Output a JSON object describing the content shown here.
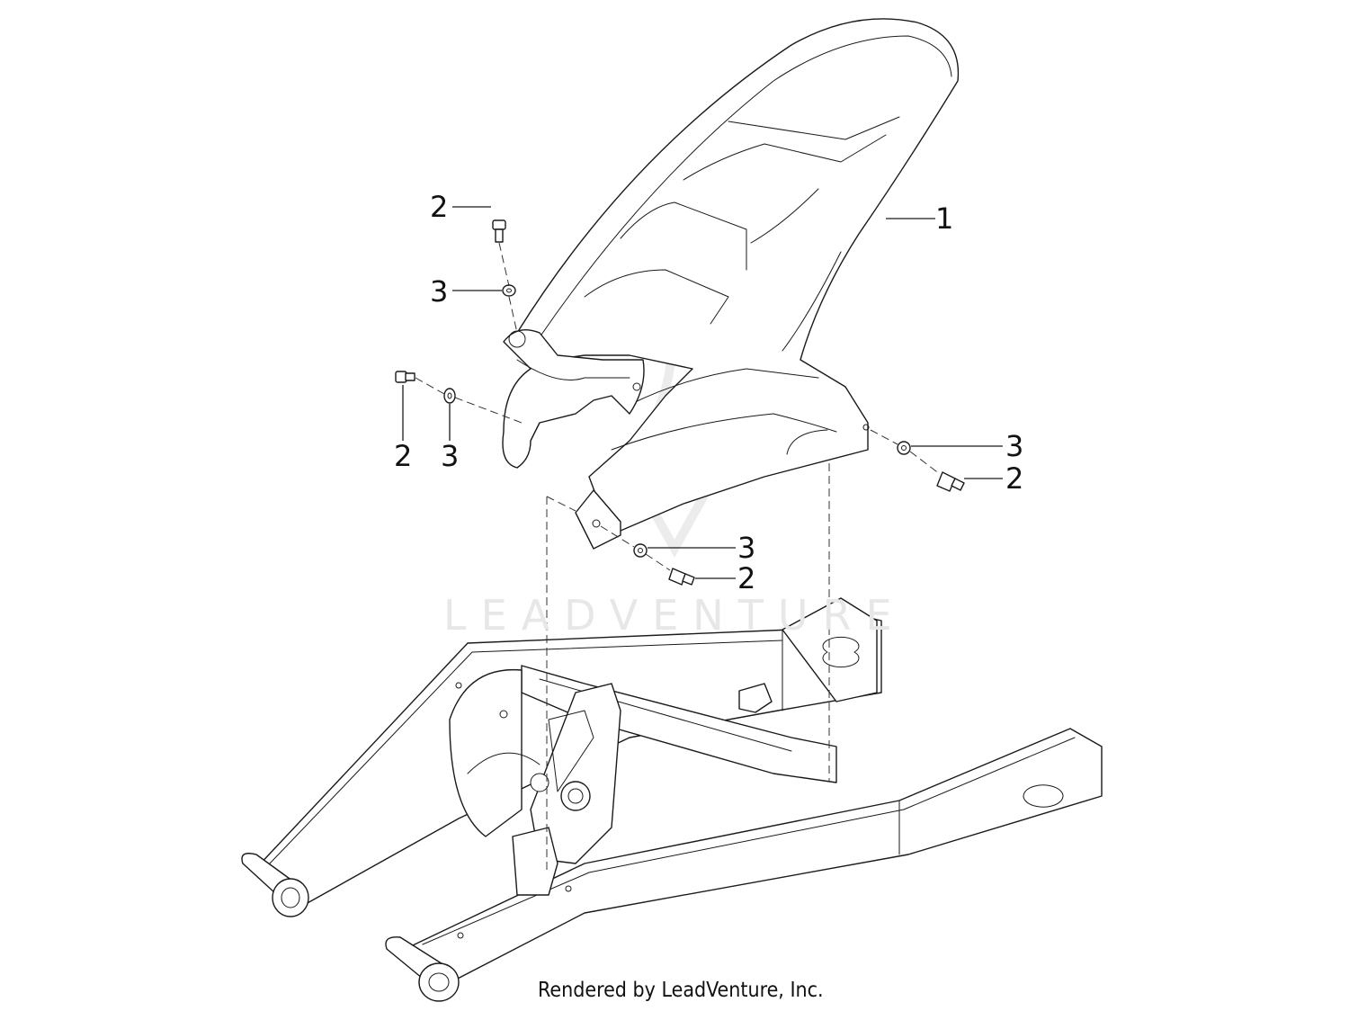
{
  "callouts": [
    {
      "id": "c1",
      "label": "1"
    },
    {
      "id": "c2",
      "label": "2"
    },
    {
      "id": "c3",
      "label": "3"
    },
    {
      "id": "c4",
      "label": "2"
    },
    {
      "id": "c5",
      "label": "3"
    },
    {
      "id": "c6",
      "label": "3"
    },
    {
      "id": "c7",
      "label": "2"
    },
    {
      "id": "c8",
      "label": "3"
    },
    {
      "id": "c9",
      "label": "2"
    }
  ],
  "watermark": "LEADVENTURE",
  "credit": "Rendered by LeadVenture, Inc.",
  "colors": {
    "line": "#1a1a1a",
    "watermark": "#e7e7e7",
    "background": "#ffffff"
  }
}
